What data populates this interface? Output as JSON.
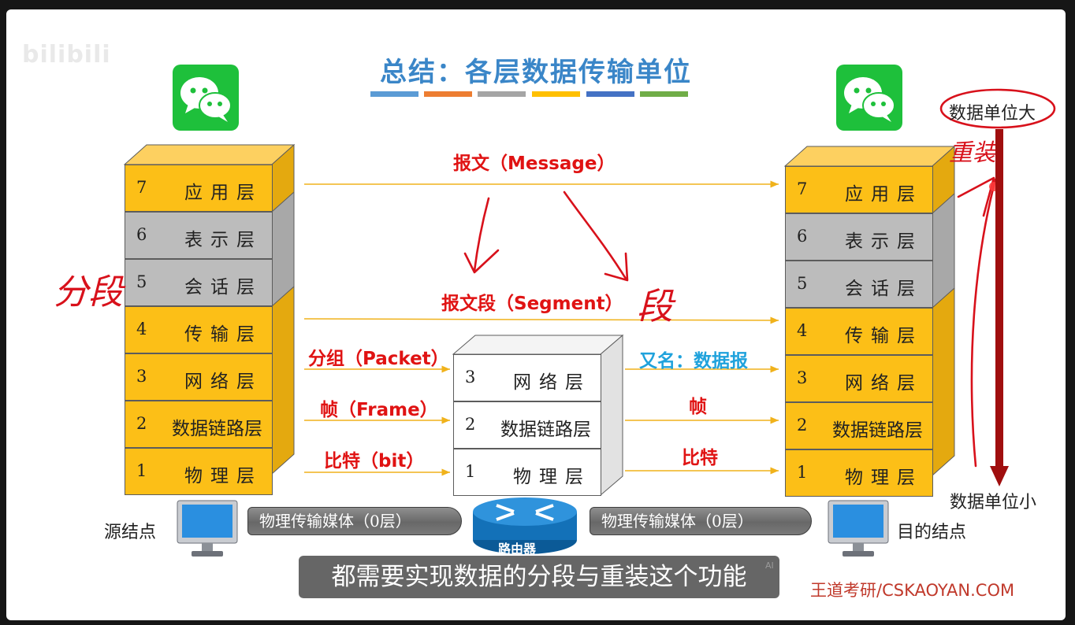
{
  "slide_title": "总结：各层数据传输单位",
  "watermark": "bilibili",
  "title_stripe_colors": [
    "#5b9bd5",
    "#ed7d31",
    "#a5a5a5",
    "#ffc000",
    "#4472c4",
    "#70ad47"
  ],
  "colors": {
    "protocol_label": "#e01313",
    "alias_label": "#1fa2dc",
    "layer_active": "#fcbf17",
    "layer_inactive": "#bcbcbc",
    "scale_bar": "#a00e0e"
  },
  "source_stack": {
    "layers": [
      {
        "num": "7",
        "name": "应用层"
      },
      {
        "num": "6",
        "name": "表示层"
      },
      {
        "num": "5",
        "name": "会话层"
      },
      {
        "num": "4",
        "name": "传输层"
      },
      {
        "num": "3",
        "name": "网络层"
      },
      {
        "num": "2",
        "name": "数据链路层"
      },
      {
        "num": "1",
        "name": "物理层"
      }
    ]
  },
  "router_stack": {
    "layers": [
      {
        "num": "3",
        "name": "网络层"
      },
      {
        "num": "2",
        "name": "数据链路层"
      },
      {
        "num": "1",
        "name": "物理层"
      }
    ],
    "label": "路由器"
  },
  "dest_stack": {
    "layers": [
      {
        "num": "7",
        "name": "应用层"
      },
      {
        "num": "6",
        "name": "表示层"
      },
      {
        "num": "5",
        "name": "会话层"
      },
      {
        "num": "4",
        "name": "传输层"
      },
      {
        "num": "3",
        "name": "网络层"
      },
      {
        "num": "2",
        "name": "数据链路层"
      },
      {
        "num": "1",
        "name": "物理层"
      }
    ]
  },
  "units": {
    "message": "报文（Message）",
    "segment": "报文段（Segment）",
    "packet": "分组（Packet）",
    "frame": "帧（Frame）",
    "bit": "比特（bit）",
    "alias_datagram": "又名：数据报",
    "frame_right": "帧",
    "bit_right": "比特"
  },
  "source_node": "源结点",
  "dest_node": "目的结点",
  "media_left": "物理传输媒体（0层）",
  "media_right": "物理传输媒体（0层）",
  "scale": {
    "top": "数据单位大",
    "bottom": "数据单位小"
  },
  "handwritten": {
    "left": "分段",
    "center": "段",
    "right": "重装"
  },
  "subtitle": "都需要实现数据的分段与重装这个功能",
  "subtitle_ai_badge": "AI",
  "brand": "王道考研/CSKAOYAN.COM"
}
